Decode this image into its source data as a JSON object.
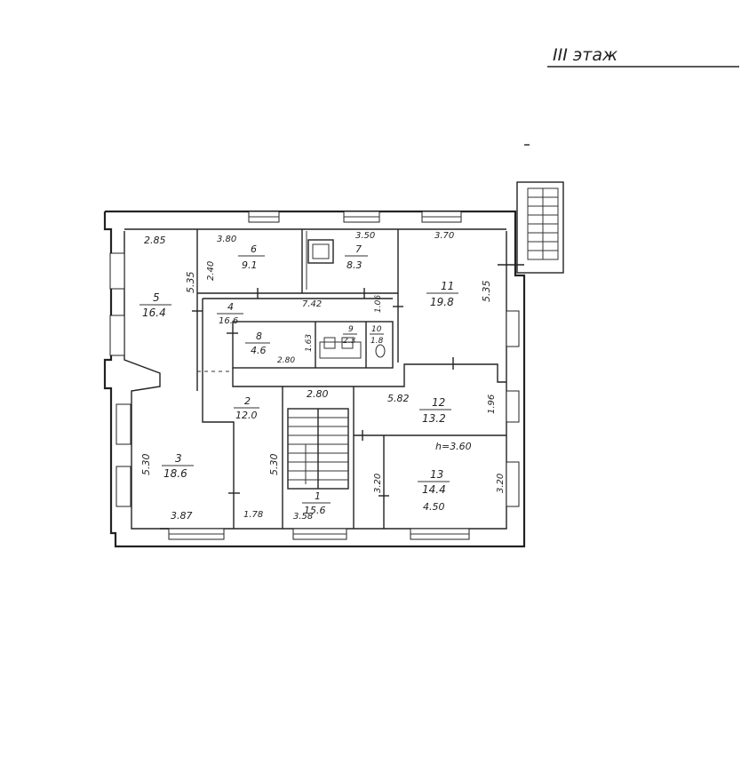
{
  "header": {
    "floor_label": "III этаж"
  },
  "rooms": [
    {
      "id": "1",
      "number": "1",
      "area": "15.6"
    },
    {
      "id": "2",
      "number": "2",
      "area": "12.0"
    },
    {
      "id": "3",
      "number": "3",
      "area": "18.6"
    },
    {
      "id": "4",
      "number": "4",
      "area": "16.6"
    },
    {
      "id": "5",
      "number": "5",
      "area": "16.4"
    },
    {
      "id": "6",
      "number": "6",
      "area": "9.1"
    },
    {
      "id": "7",
      "number": "7",
      "area": "8.3"
    },
    {
      "id": "8",
      "number": "8",
      "area": "4.6"
    },
    {
      "id": "9",
      "number": "9",
      "area": "2.3"
    },
    {
      "id": "10",
      "number": "10",
      "area": "1.8"
    },
    {
      "id": "11",
      "number": "11",
      "area": "19.8"
    },
    {
      "id": "12",
      "number": "12",
      "area": "13.2"
    },
    {
      "id": "13",
      "number": "13",
      "area": "14.4"
    }
  ],
  "dimensions": {
    "d285": "2.85",
    "d380": "3.80",
    "d350": "3.50",
    "d370": "3.70",
    "d535a": "5.35",
    "d240": "2.40",
    "d742": "7.42",
    "d106": "1.06",
    "d535b": "5.35",
    "d163": "1.63",
    "d280a": "2.80",
    "d280b": "2.80",
    "d582": "5.82",
    "d196": "1.96",
    "d530a": "5.30",
    "d530b": "5.30",
    "d387": "3.87",
    "d178": "1.78",
    "d358": "3.58",
    "d320a": "3.20",
    "d320b": "3.20",
    "d450": "4.50",
    "height": "h=3.60"
  }
}
